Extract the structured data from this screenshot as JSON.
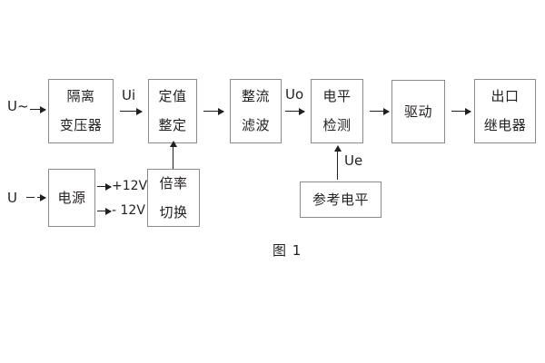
{
  "figure": {
    "caption": "图 1",
    "background_color": "#ffffff",
    "box_border_color": "#8a8a8a",
    "line_color": "#231f20"
  },
  "inputs": {
    "ac_source_label": "U~",
    "dc_source_label": "U"
  },
  "signals": {
    "ui": "Ui",
    "uo": "Uo",
    "ue": "Ue",
    "pos12v": "+12V",
    "neg12v": "- 12V"
  },
  "blocks": [
    {
      "id": "isolation-transformer",
      "line1": "隔离",
      "line2": "变压器"
    },
    {
      "id": "setting-value",
      "line1": "定值",
      "line2": "整定"
    },
    {
      "id": "rectifier-filter",
      "line1": "整流",
      "line2": "滤波"
    },
    {
      "id": "level-detection",
      "line1": "电平",
      "line2": "检测"
    },
    {
      "id": "drive",
      "line1": "驱动",
      "line2": ""
    },
    {
      "id": "output-relay",
      "line1": "出口",
      "line2": "继电器"
    },
    {
      "id": "power-supply",
      "line1": "电源",
      "line2": ""
    },
    {
      "id": "multiplier-switch",
      "line1": "倍率",
      "line2": "切换"
    },
    {
      "id": "reference-level",
      "line1": "参考电平",
      "line2": ""
    }
  ]
}
